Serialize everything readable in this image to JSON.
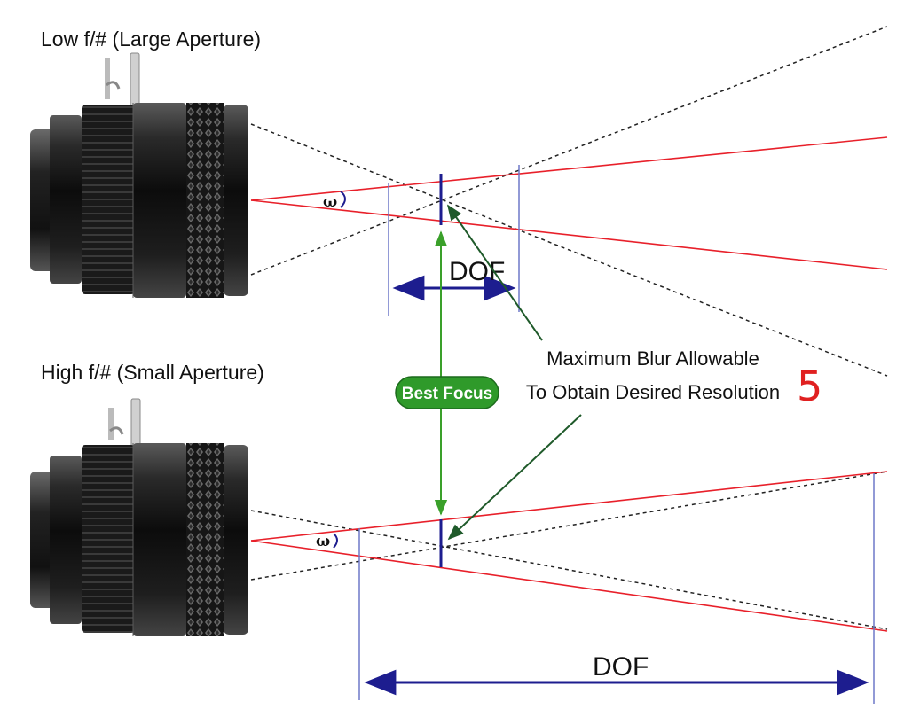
{
  "top": {
    "title": "Low f/# (Large Aperture)",
    "dof_label": "DOF",
    "omega": "ω"
  },
  "bottom": {
    "title": "High f/# (Small Aperture)",
    "dof_label": "DOF",
    "omega": "ω"
  },
  "best_focus": "Best Focus",
  "blur_note": {
    "line1": "Maximum Blur Allowable",
    "line2": "To Obtain Desired Resolution"
  },
  "annotation": "5",
  "colors": {
    "ray": "#e8202a",
    "dashed": "#222222",
    "marker": "#1d1d8f",
    "dof_bracket": "#6e78c8",
    "best_focus_green": "#3aa02a",
    "pointer_green": "#1f5a2a",
    "lens_body": "#1a1a1a"
  },
  "icons": {
    "lens": "camera-lens-icon",
    "omega_arc": "angle-arc-icon"
  }
}
